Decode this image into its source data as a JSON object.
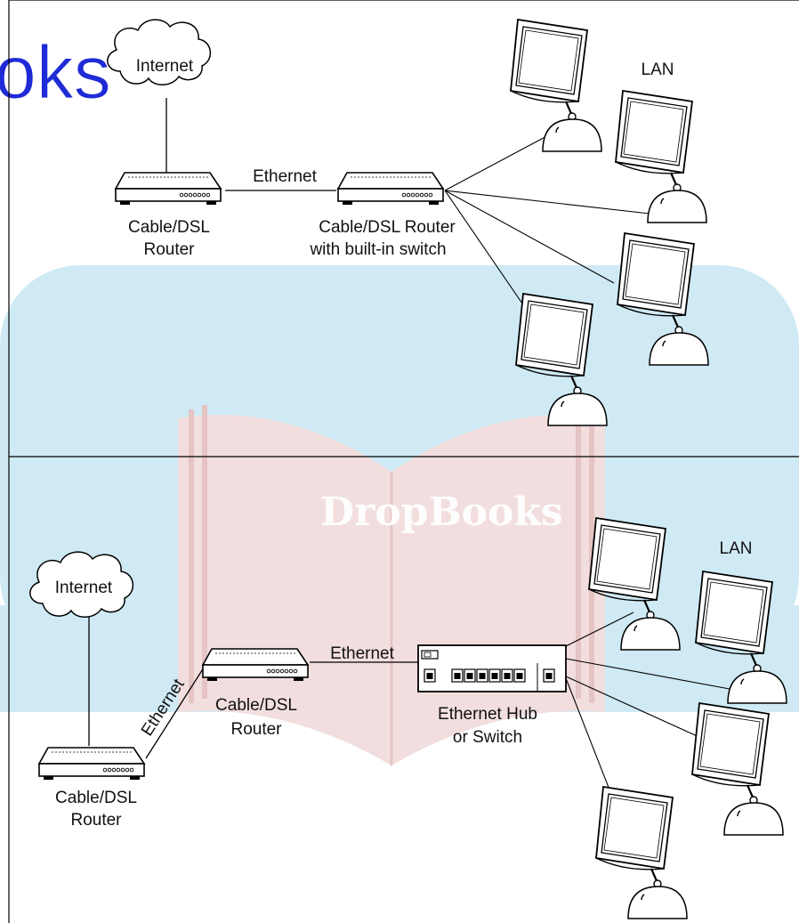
{
  "watermark": {
    "corner_text": "oks",
    "book_text": "DropBooks",
    "colors": {
      "teal": "#cfeaf4",
      "book_red": "#ecd3d3",
      "book_pink": "#f3e0e0",
      "corner_blue": "#1e2bd6"
    }
  },
  "top": {
    "internet_label": "Internet",
    "router1_label_line1": "Cable/DSL",
    "router1_label_line2": "Router",
    "link_label": "Ethernet",
    "router2_label_line1": "Cable/DSL Router",
    "router2_label_line2": "with built-in switch",
    "lan_label": "LAN"
  },
  "bottom": {
    "internet_label": "Internet",
    "router1_label_line1": "Cable/DSL",
    "router1_label_line2": "Router",
    "diag_link_label": "Ethernet",
    "router2_label_line1": "Cable/DSL",
    "router2_label_line2": "Router",
    "link_label": "Ethernet",
    "hub_label_line1": "Ethernet Hub",
    "hub_label_line2": "or Switch",
    "lan_label": "LAN"
  },
  "icons": {
    "cloud": "cloud-icon",
    "router": "router-icon",
    "computer": "imac-computer-icon",
    "hub": "ethernet-hub-icon"
  }
}
